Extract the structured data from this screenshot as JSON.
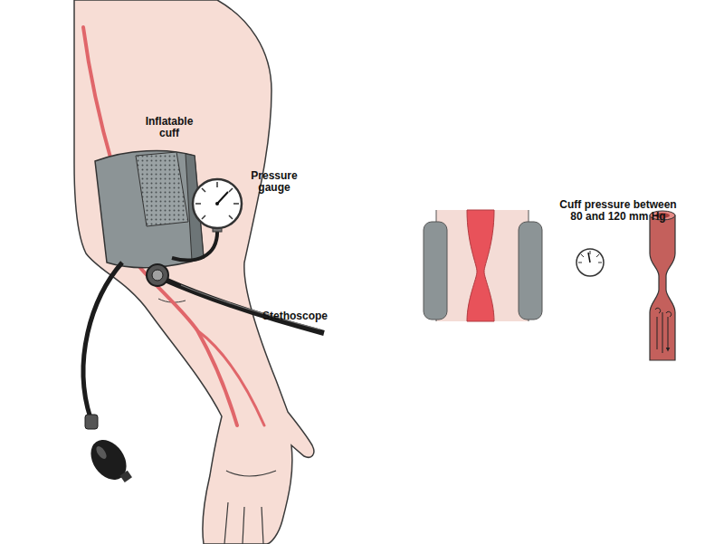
{
  "diagram": {
    "labels": [
      "Inflatable cuff",
      "Pressure gauge",
      "Stethoscope",
      "Cuff pressure between 80 and 120 mm Hg"
    ]
  }
}
